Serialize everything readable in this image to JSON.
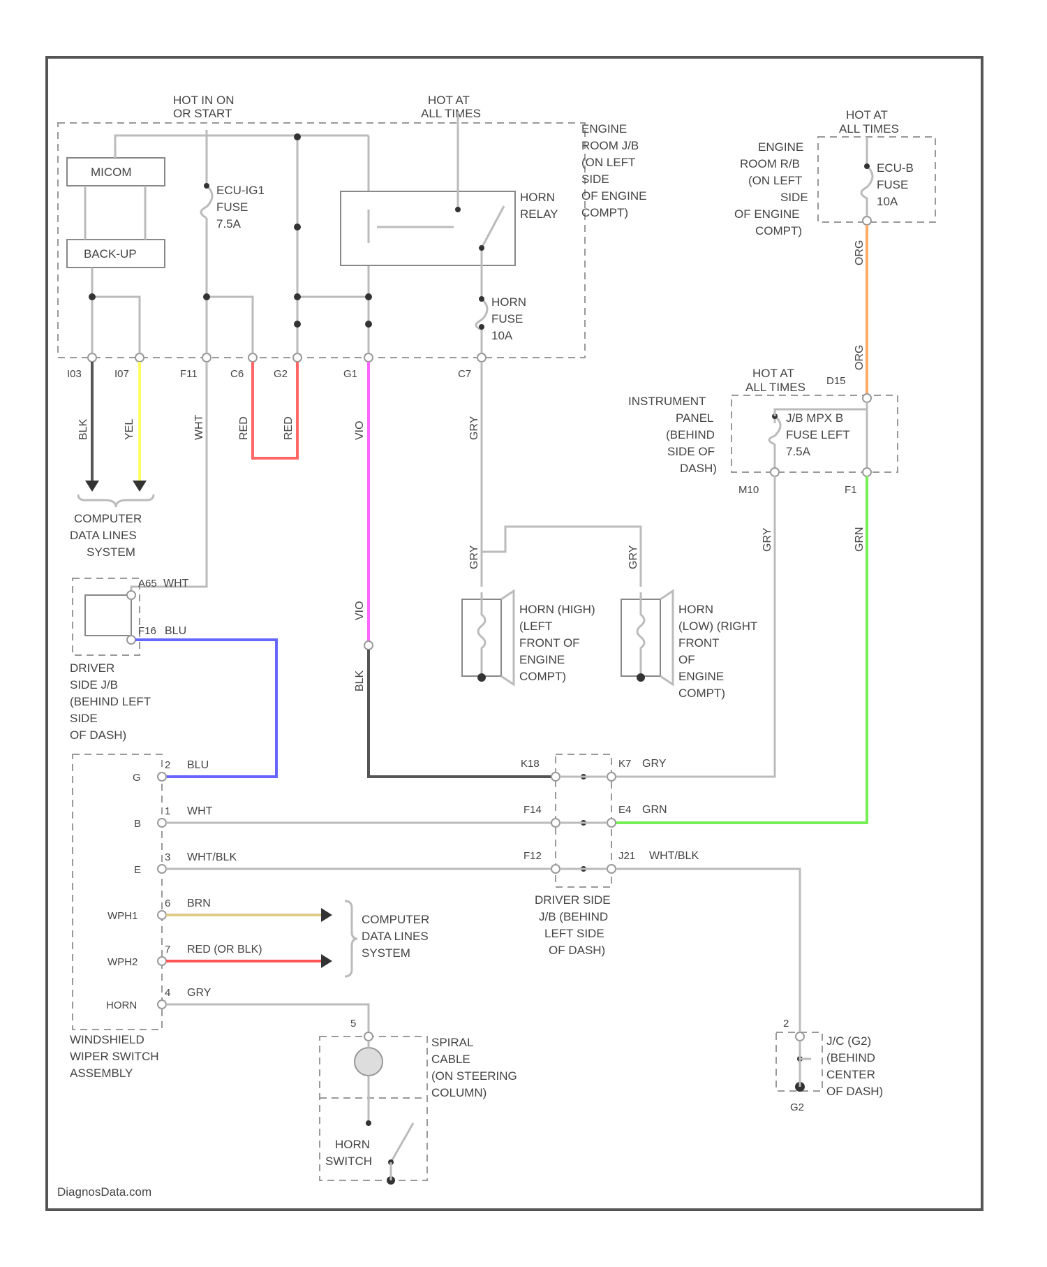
{
  "labels": {
    "hot_run": [
      "HOT IN ON",
      "OR START"
    ],
    "hot_all_1": [
      "HOT AT",
      "ALL TIMES"
    ],
    "hot_all_2": [
      "HOT AT",
      "ALL TIMES"
    ],
    "hot_all_3": [
      "HOT AT",
      "ALL TIMES"
    ],
    "engine_jb": [
      "ENGINE",
      "ROOM J/B",
      "(ON LEFT",
      "SIDE",
      "OF ENGINE",
      "COMPT)"
    ],
    "engine_rb": [
      "ENGINE",
      "ROOM R/B",
      "(ON LEFT",
      "SIDE",
      "OF ENGINE",
      "COMPT)"
    ],
    "ip_jb": [
      "INSTRUMENT",
      "PANEL",
      "(BEHIND",
      "SIDE OF",
      "DASH)"
    ],
    "driver_jb_top": [
      "DRIVER",
      "SIDE J/B",
      "(BEHIND LEFT",
      "SIDE",
      "OF DASH)"
    ],
    "driver_jb_mid": [
      "DRIVER SIDE",
      "J/B (BEHIND",
      "LEFT SIDE",
      "OF DASH)"
    ],
    "wiper_switch": [
      "WINDSHIELD",
      "WIPER SWITCH",
      "ASSEMBLY"
    ],
    "spiral": [
      "SPIRAL",
      "CABLE",
      "(ON STEERING",
      "COLUMN)"
    ],
    "horn_switch": [
      "HORN",
      "SWITCH"
    ],
    "ground": [
      "J/C (G2)",
      "(BEHIND",
      "CENTER",
      "OF DASH)"
    ],
    "horn_relay": [
      "HORN",
      "RELAY"
    ],
    "horn_left": [
      "HORN (HIGH)",
      "(LEFT",
      "FRONT OF",
      "ENGINE",
      "COMPT)"
    ],
    "horn_right": [
      "HORN",
      "(LOW) (RIGHT",
      "FRONT",
      "OF",
      "ENGINE",
      "COMPT)"
    ],
    "comp_data_1": [
      "COMPUTER",
      "DATA LINES",
      "SYSTEM"
    ],
    "comp_data_2": [
      "COMPUTER",
      "DATA LINES",
      "SYSTEM"
    ],
    "micom": "MICOM",
    "back_up": "BACK-UP",
    "ecu_ig": [
      "ECU-IG1",
      "FUSE",
      "7.5A"
    ],
    "horn_fuse": [
      "HORN",
      "FUSE",
      "10A"
    ],
    "ecu_b_fuse": [
      "ECU-B",
      "FUSE",
      "10A"
    ],
    "jb_mpx": [
      "J/B MPX B",
      "FUSE LEFT",
      "7.5A"
    ],
    "watermark": "DiagnosData.com"
  },
  "pins": {
    "engine_jb": [
      "I03",
      "I07",
      "F11",
      "C6",
      "G2",
      "G1",
      "C7"
    ],
    "er_rb_out": "D15",
    "ip_in": "D15",
    "ip_out_left": "M10",
    "ip_out_right": "F1",
    "driver_top_1": "A65",
    "driver_top_2": "F16",
    "driver_mid_left": [
      "K18",
      "F14",
      "F12"
    ],
    "driver_mid_right": [
      "K7",
      "E4",
      "J21"
    ],
    "wiper": [
      "G",
      "B",
      "E",
      "WPH1",
      "WPH2",
      "HORN"
    ],
    "wiper_num": [
      "2",
      "1",
      "3",
      "6",
      "7",
      "4"
    ],
    "spiral_pin": "5",
    "ground_pin": "2",
    "ground_id": "G2"
  },
  "wires": {
    "blk": "BLK",
    "yel": "YEL",
    "wht": "WHT",
    "red": "RED",
    "vio": "VIO",
    "gry": "GRY",
    "org": "ORG",
    "grn": "GRN",
    "blk_vio": "BLK",
    "wht_top": "WHT",
    "blu_top": "BLU",
    "blu": "BLU",
    "wht_b": "WHT",
    "wht_blk": "WHT/BLK",
    "brn": "BRN",
    "red_blk": "RED (OR BLK)",
    "gry_horn": "GRY",
    "gry_k7": "GRY",
    "grn_e4": "GRN",
    "wht_blk_j21": "WHT/BLK"
  },
  "colors": {
    "blk": "#555555",
    "yel": "#ffff66",
    "red": "#ff6666",
    "vio": "#ff66ff",
    "blu": "#6666ff",
    "org": "#ffaa66",
    "grn": "#77ee55",
    "brn": "#e0cc88",
    "red_blk": "#ff5555",
    "gry": "#c8c8c8"
  }
}
